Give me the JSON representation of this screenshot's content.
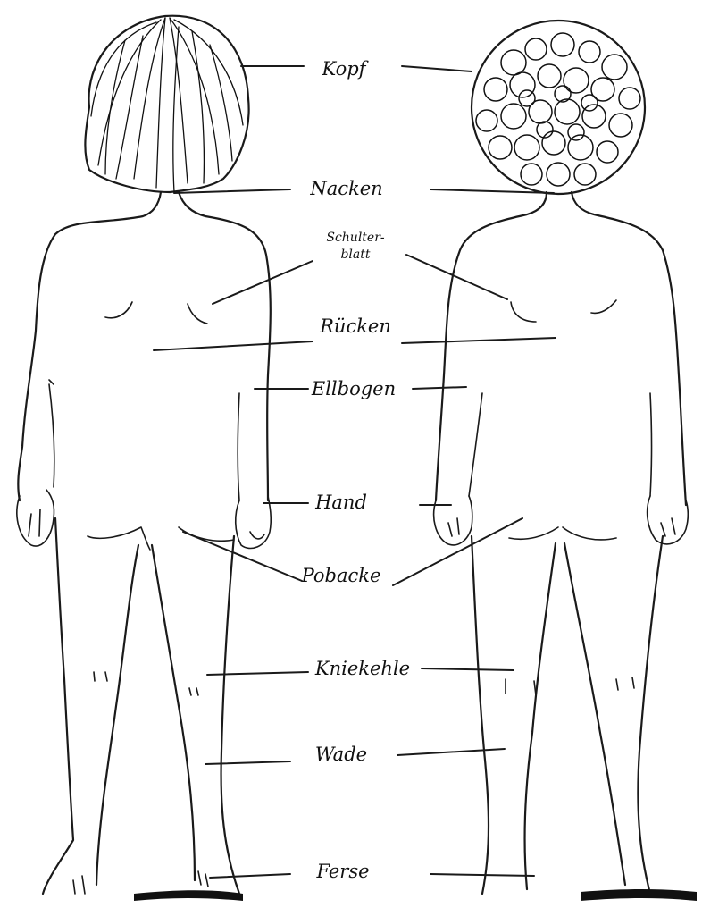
{
  "labels": {
    "kopf": "Kopf",
    "nacken": "Nacken",
    "schulterblatt_1": "Schulter-",
    "schulterblatt_2": "blatt",
    "ruecken": "Rücken",
    "ellbogen": "Ellbogen",
    "hand": "Hand",
    "pobacke": "Pobacke",
    "kniekehle": "Kniekehle",
    "wade": "Wade",
    "ferse": "Ferse"
  }
}
